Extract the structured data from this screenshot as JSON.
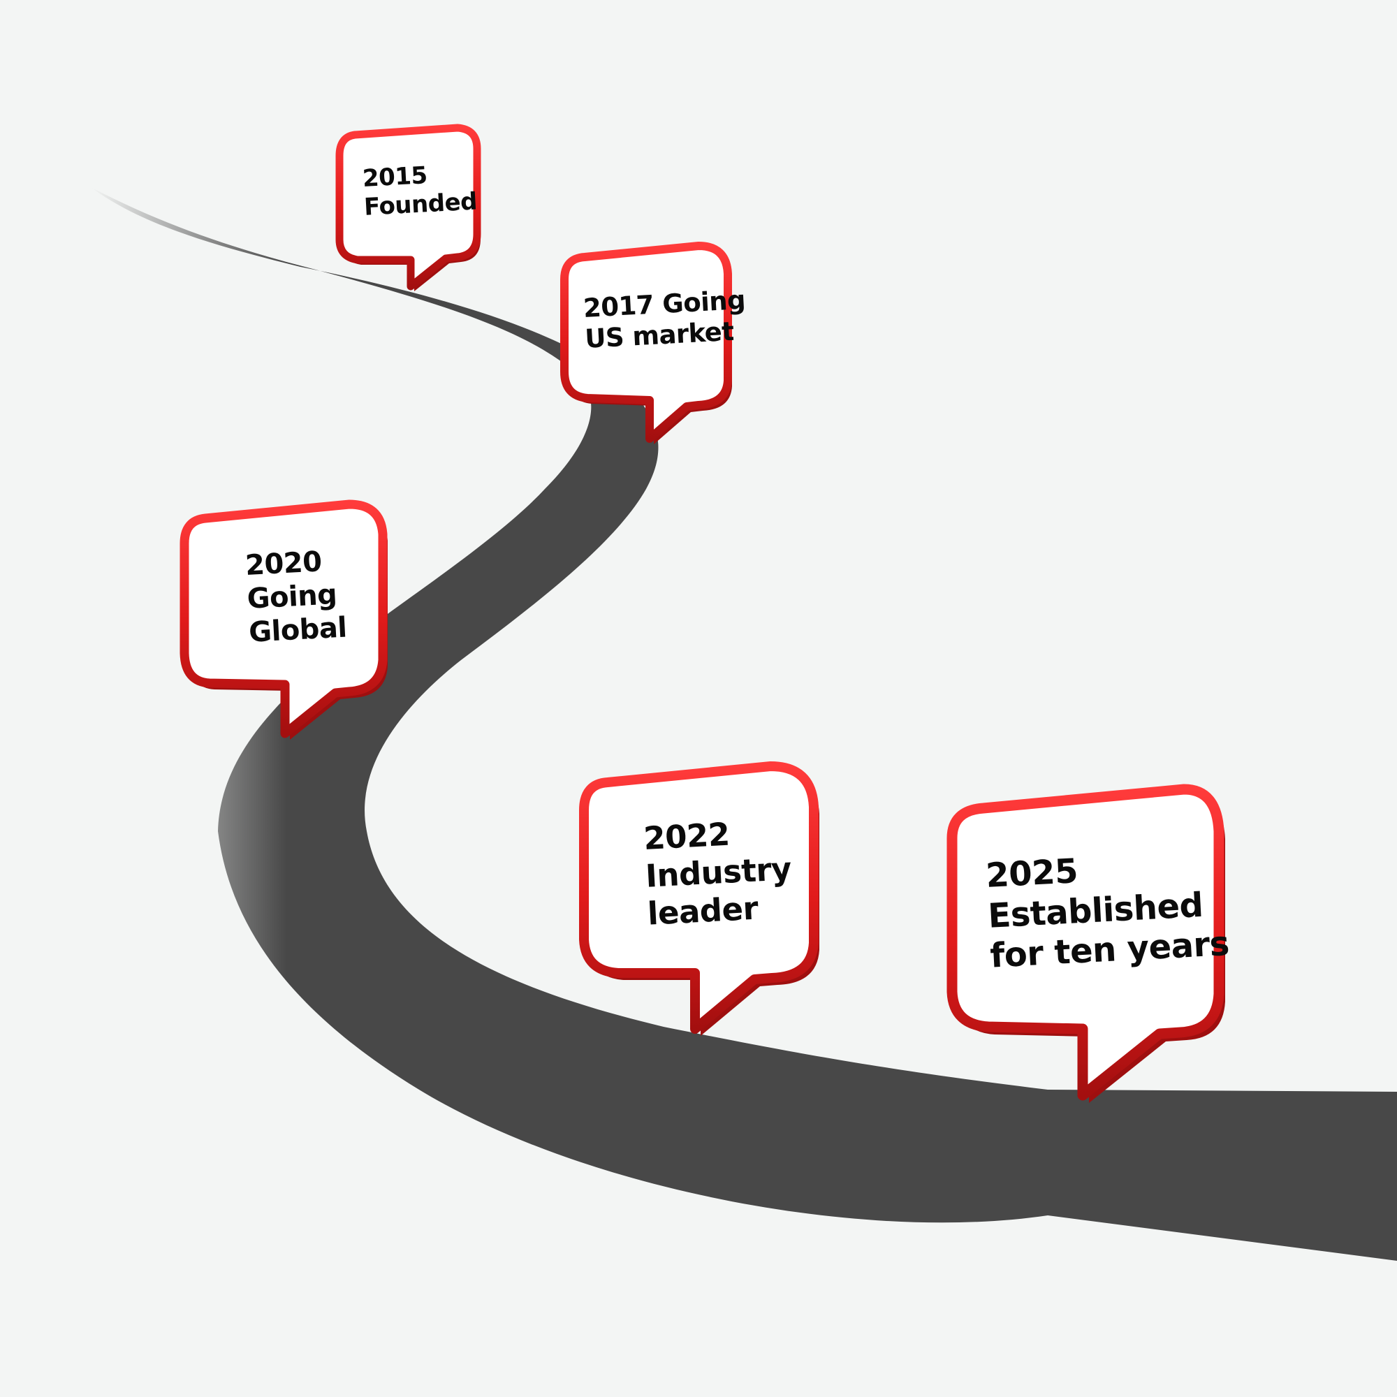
{
  "colors": {
    "background": "#f3f5f4",
    "road": "#484848",
    "bubble_border": "#e11b1b",
    "bubble_border_dark": "#9e0f0f",
    "bubble_fill": "#ffffff",
    "text": "#0b0b0b"
  },
  "milestones": [
    {
      "id": "m2015",
      "lines": [
        "2015",
        "Founded"
      ]
    },
    {
      "id": "m2017",
      "lines": [
        "2017 Going",
        "US market"
      ]
    },
    {
      "id": "m2020",
      "lines": [
        "2020",
        "Going",
        "Global"
      ]
    },
    {
      "id": "m2022",
      "lines": [
        "2022",
        "Industry",
        "leader"
      ]
    },
    {
      "id": "m2025",
      "lines": [
        "2025",
        "Established",
        "for ten years"
      ]
    }
  ]
}
